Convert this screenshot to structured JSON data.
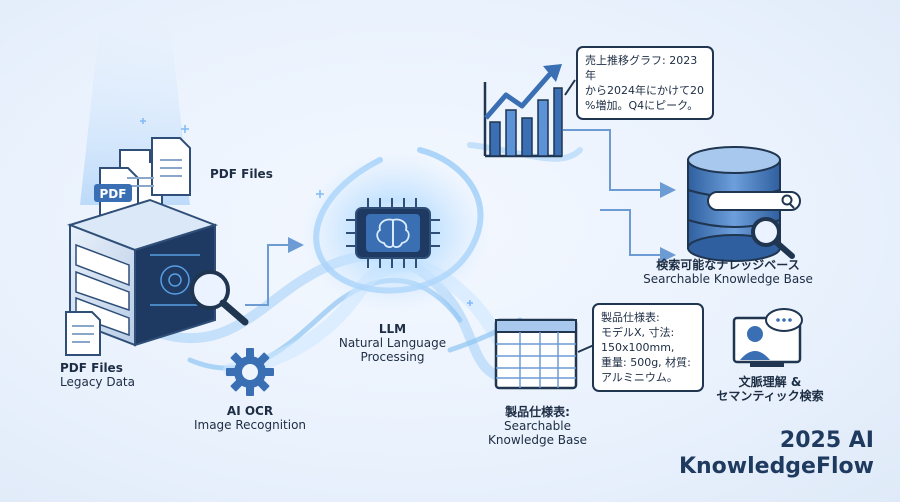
{
  "sources": {
    "pdf_stack_label": "PDF Files",
    "pdf_badge": "PDF",
    "legacy_title": "PDF Files",
    "legacy_subtitle": "Legacy Data"
  },
  "ocr": {
    "title": "AI OCR",
    "subtitle": "Image Recognition"
  },
  "llm": {
    "title": "LLM",
    "subtitle_line1": "Natural Language",
    "subtitle_line2": "Processing"
  },
  "chart_bubble": {
    "lines": [
      "売上推移グラフ: 2023年",
      "から2024年にかけて20",
      "%増加。Q4にピーク。"
    ]
  },
  "spec_bubble": {
    "lines": [
      "製品仕様表:",
      "モデルX, 寸法:",
      "150x100mm,",
      "重量: 500g, 材質:",
      "アルミニウム。"
    ]
  },
  "spec_table": {
    "title": "製品仕様表:",
    "subtitle_line1": "Searchable",
    "subtitle_line2": "Knowledge Base"
  },
  "knowledge_base": {
    "title_ja": "検索可能なナレッジベース",
    "title_en": "Searchable Knowledge Base"
  },
  "semantic": {
    "line1": "文脈理解 &",
    "line2": "セマンティック検索"
  },
  "brand": {
    "line1": "2025 AI",
    "line2": "KnowledgeFlow"
  },
  "colors": {
    "primary": "#3a6fb4",
    "dark": "#1f3550",
    "glow": "#9fd0ff",
    "arrow": "#6d9bd4"
  }
}
